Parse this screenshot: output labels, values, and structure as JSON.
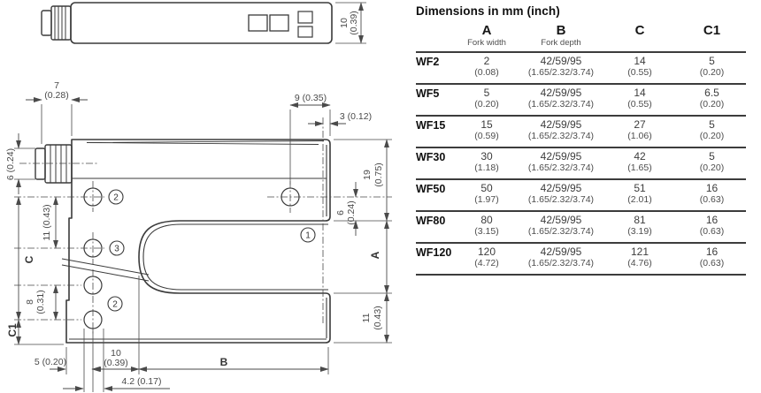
{
  "drawing": {
    "dims": {
      "top_thickness_mm": "10",
      "top_thickness_in": "(0.39)",
      "connector_length_mm": "7",
      "connector_length_in": "(0.28)",
      "hole_to_edge": "9 (0.35)",
      "beam_to_edge": "3 (0.12)",
      "connector_dia": "6 (0.24)",
      "upper_arm_mm": "19",
      "upper_arm_in": "(0.75)",
      "beam_to_slot_mm": "6",
      "beam_to_slot_in": "(0.24)",
      "fork_width_label": "A",
      "lower_arm_mm": "11",
      "lower_arm_in": "(0.43)",
      "hole_pitch_upper": "11 (0.43)",
      "height_label_c": "C",
      "hole_pitch_lower_mm": "8",
      "hole_pitch_lower_in": "(0.31)",
      "height_label_c1": "C1",
      "edge_to_hole": "5 (0.20)",
      "hole_to_slot_mm": "10",
      "hole_to_slot_in": "(0.39)",
      "fork_depth_label": "B",
      "screw_pitch": "4.2 (0.17)"
    },
    "callouts": {
      "one": "1",
      "two": "2",
      "three": "3"
    }
  },
  "table": {
    "title": "Dimensions in mm (inch)",
    "columns": [
      {
        "label": "A",
        "sub": "Fork width"
      },
      {
        "label": "B",
        "sub": "Fork depth"
      },
      {
        "label": "C",
        "sub": ""
      },
      {
        "label": "C1",
        "sub": ""
      }
    ],
    "rows": [
      {
        "model": "WF2",
        "a_mm": "2",
        "a_in": "(0.08)",
        "b_mm": "42/59/95",
        "b_in": "(1.65/2.32/3.74)",
        "c_mm": "14",
        "c_in": "(0.55)",
        "c1_mm": "5",
        "c1_in": "(0.20)"
      },
      {
        "model": "WF5",
        "a_mm": "5",
        "a_in": "(0.20)",
        "b_mm": "42/59/95",
        "b_in": "(1.65/2.32/3.74)",
        "c_mm": "14",
        "c_in": "(0.55)",
        "c1_mm": "6.5",
        "c1_in": "(0.20)"
      },
      {
        "model": "WF15",
        "a_mm": "15",
        "a_in": "(0.59)",
        "b_mm": "42/59/95",
        "b_in": "(1.65/2.32/3.74)",
        "c_mm": "27",
        "c_in": "(1.06)",
        "c1_mm": "5",
        "c1_in": "(0.20)"
      },
      {
        "model": "WF30",
        "a_mm": "30",
        "a_in": "(1.18)",
        "b_mm": "42/59/95",
        "b_in": "(1.65/2.32/3.74)",
        "c_mm": "42",
        "c_in": "(1.65)",
        "c1_mm": "5",
        "c1_in": "(0.20)"
      },
      {
        "model": "WF50",
        "a_mm": "50",
        "a_in": "(1.97)",
        "b_mm": "42/59/95",
        "b_in": "(1.65/2.32/3.74)",
        "c_mm": "51",
        "c_in": "(2.01)",
        "c1_mm": "16",
        "c1_in": "(0.63)"
      },
      {
        "model": "WF80",
        "a_mm": "80",
        "a_in": "(3.15)",
        "b_mm": "42/59/95",
        "b_in": "(1.65/2.32/3.74)",
        "c_mm": "81",
        "c_in": "(3.19)",
        "c1_mm": "16",
        "c1_in": "(0.63)"
      },
      {
        "model": "WF120",
        "a_mm": "120",
        "a_in": "(4.72)",
        "b_mm": "42/59/95",
        "b_in": "(1.65/2.32/3.74)",
        "c_mm": "121",
        "c_in": "(4.76)",
        "c1_mm": "16",
        "c1_in": "(0.63)"
      }
    ]
  }
}
